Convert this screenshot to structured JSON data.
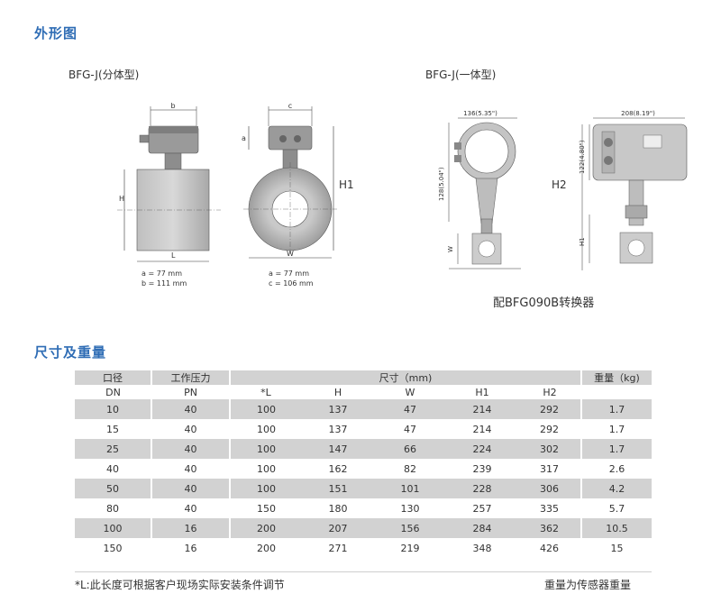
{
  "titles": {
    "outline": "外形图",
    "dimensions": "尺寸及重量"
  },
  "drawings": {
    "left_label": "BFG-J(分体型)",
    "right_label": "BFG-J(一体型)",
    "converter_label": "配BFG090B转换器",
    "split": {
      "b": "b",
      "c": "c",
      "a": "a",
      "H": "H",
      "H1": "H1",
      "L": "L",
      "W": "W",
      "note1_line1": "a = 77 mm",
      "note1_line2": "b = 111 mm",
      "note2_line1": "a = 77 mm",
      "note2_line2": "c = 106 mm"
    },
    "integral": {
      "w136": "136(5.35\")",
      "w208": "208(8.19\")",
      "h128": "128(5.04\")",
      "h122": "122(4.80\")",
      "H2": "H2",
      "W": "W",
      "H1": "H1"
    }
  },
  "table": {
    "header1": [
      "口径",
      "工作压力",
      "尺寸（mm)",
      "重量（kg)"
    ],
    "header2": [
      "DN",
      "PN",
      "*L",
      "H",
      "W",
      "H1",
      "H2"
    ],
    "rows": [
      [
        "10",
        "40",
        "100",
        "137",
        "47",
        "214",
        "292",
        "1.7"
      ],
      [
        "15",
        "40",
        "100",
        "137",
        "47",
        "214",
        "292",
        "1.7"
      ],
      [
        "25",
        "40",
        "100",
        "147",
        "66",
        "224",
        "302",
        "1.7"
      ],
      [
        "40",
        "40",
        "100",
        "162",
        "82",
        "239",
        "317",
        "2.6"
      ],
      [
        "50",
        "40",
        "100",
        "151",
        "101",
        "228",
        "306",
        "4.2"
      ],
      [
        "80",
        "40",
        "150",
        "180",
        "130",
        "257",
        "335",
        "5.7"
      ],
      [
        "100",
        "16",
        "200",
        "207",
        "156",
        "284",
        "362",
        "10.5"
      ],
      [
        "150",
        "16",
        "200",
        "271",
        "219",
        "348",
        "426",
        "15"
      ]
    ]
  },
  "footer": {
    "note_left": "*L:此长度可根据客户现场实际安装条件调节",
    "note_right": "重量为传感器重量"
  }
}
